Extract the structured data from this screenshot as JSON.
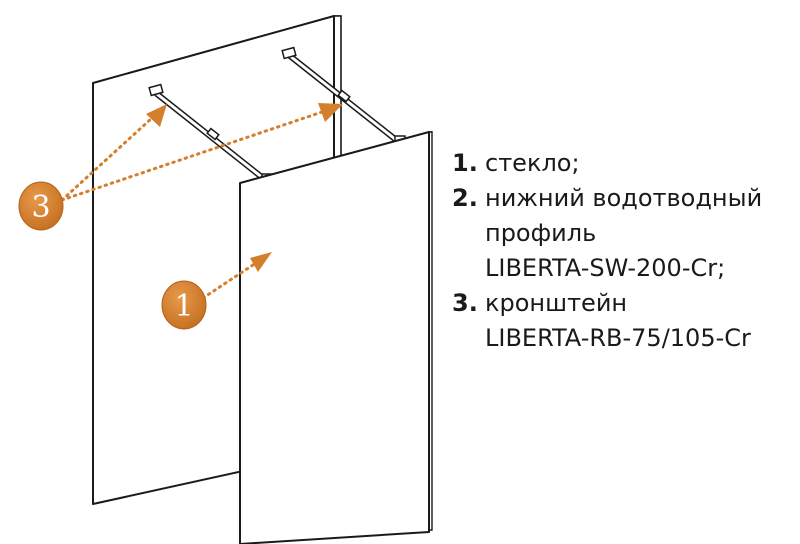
{
  "colors": {
    "accent": "#d47f2b",
    "accent_dark": "#b5621a",
    "outline": "#1a1a1a",
    "panel": "#ffffff"
  },
  "callouts": [
    {
      "label": "3"
    },
    {
      "label": "1"
    }
  ],
  "legend": {
    "items": [
      {
        "number": "1.",
        "lines": [
          "стекло;"
        ]
      },
      {
        "number": "2.",
        "lines": [
          "нижний водотводный",
          "профиль",
          "LIBERTA-SW-200-Cr;"
        ]
      },
      {
        "number": "3.",
        "lines": [
          "кронштейн",
          "LIBERTA-RB-75/105-Cr"
        ]
      }
    ]
  }
}
